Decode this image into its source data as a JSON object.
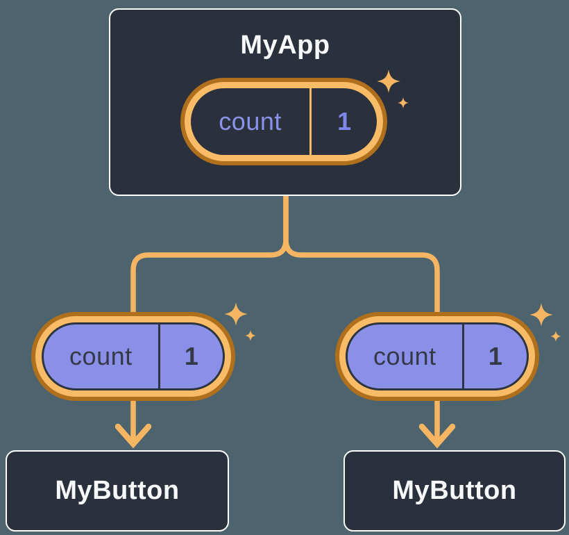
{
  "colors": {
    "canvas_background": "#4d646e",
    "node_fill": "#2b313c",
    "node_border": "#ffffff",
    "node_text": "#f7f8fa",
    "connector_orange": "#f5b562",
    "ring_orange_light": "#f8bc66",
    "ring_orange_dark": "#b06f1c",
    "prop_pill_purple": "#8a90e8",
    "state_label_purple": "#8a92ec",
    "state_value_purple": "#7f88ea",
    "pill_dark_text": "#333a45"
  },
  "root_node": {
    "title": "MyApp",
    "state_pill": {
      "label": "count",
      "value": "1"
    }
  },
  "prop_pills": [
    {
      "label": "count",
      "value": "1"
    },
    {
      "label": "count",
      "value": "1"
    }
  ],
  "child_nodes": [
    {
      "title": "MyButton"
    },
    {
      "title": "MyButton"
    }
  ]
}
